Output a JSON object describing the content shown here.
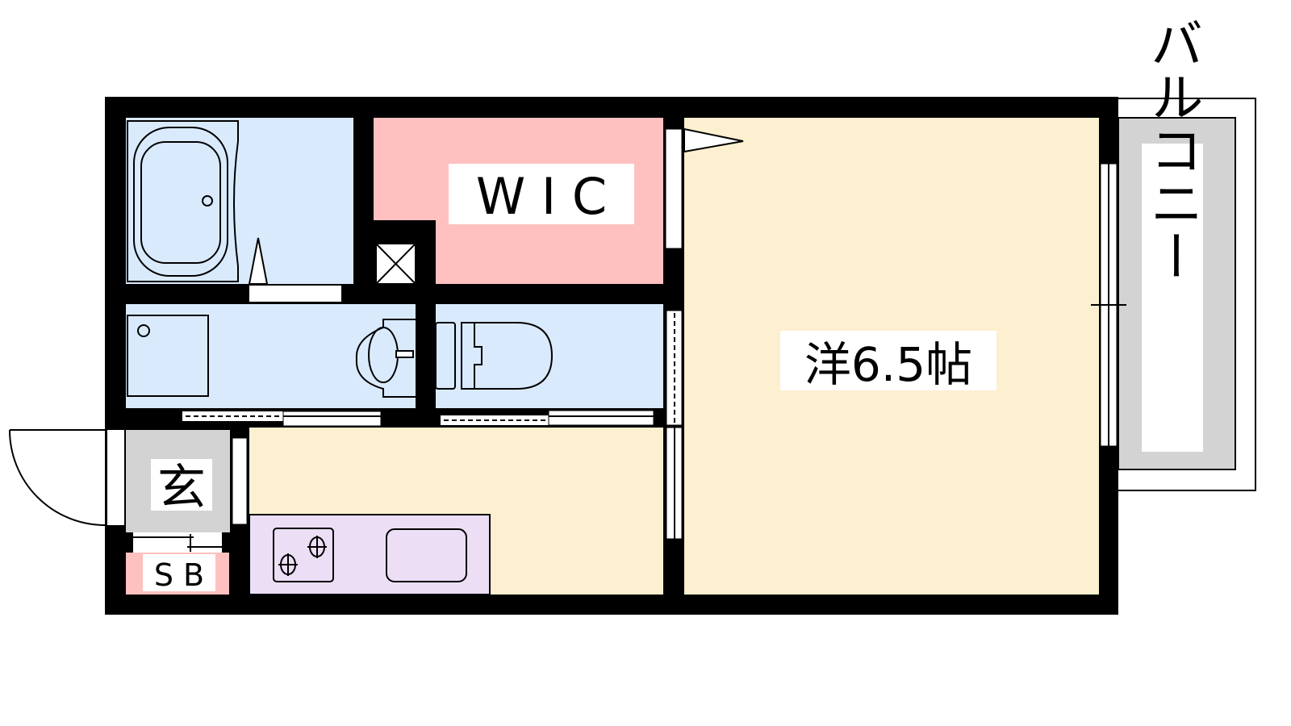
{
  "rooms": {
    "wic": "W I C",
    "western_room": "洋6.5帖",
    "entrance": "玄",
    "shoe_box": "S B",
    "balcony": "バルコニー"
  },
  "colors": {
    "wall": "#000000",
    "wet_area": "#d9eafd",
    "wic": "#ffc0c0",
    "room": "#fdf0d0",
    "kitchen": "#ecdff5",
    "entrance": "#d3d3d3",
    "balcony": "#d3d3d3"
  }
}
